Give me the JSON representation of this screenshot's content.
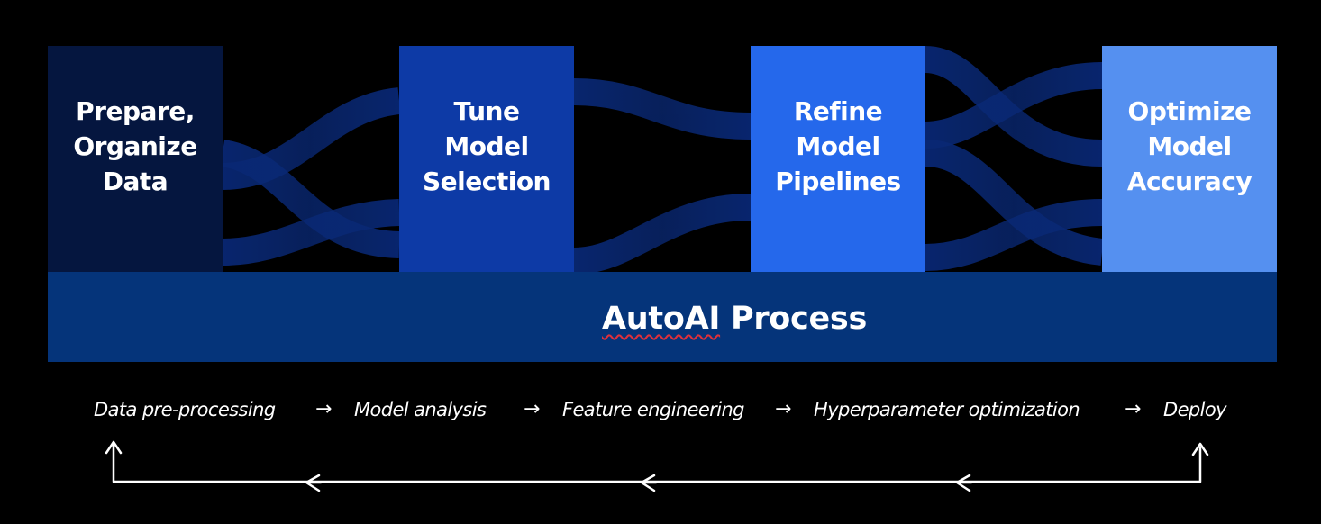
{
  "colors": {
    "background": "#000000",
    "stage_1": "#05163f",
    "stage_2": "#0d3aa6",
    "stage_3": "#2568eb",
    "stage_4": "#5590f0",
    "process_bar": "#05347a",
    "ribbon": "#0b2f86",
    "text": "#ffffff",
    "spellcheck_underline": "#e0303a"
  },
  "stages": [
    {
      "lines": [
        "Prepare,",
        "Organize",
        "Data"
      ]
    },
    {
      "lines": [
        "Tune",
        "Model",
        "Selection"
      ]
    },
    {
      "lines": [
        "Refine",
        "Model",
        "Pipelines"
      ]
    },
    {
      "lines": [
        "Optimize",
        "Model",
        "Accuracy"
      ]
    }
  ],
  "process": {
    "title_word_1": "AutoAI",
    "title_word_2": "Process"
  },
  "workflow": {
    "steps": [
      "Data pre-processing",
      "Model analysis",
      "Feature engineering",
      "Hyperparameter optimization",
      "Deploy"
    ],
    "step_arrow": "→",
    "loop_description": "Feedback loop from Deploy back to Data pre-processing"
  }
}
